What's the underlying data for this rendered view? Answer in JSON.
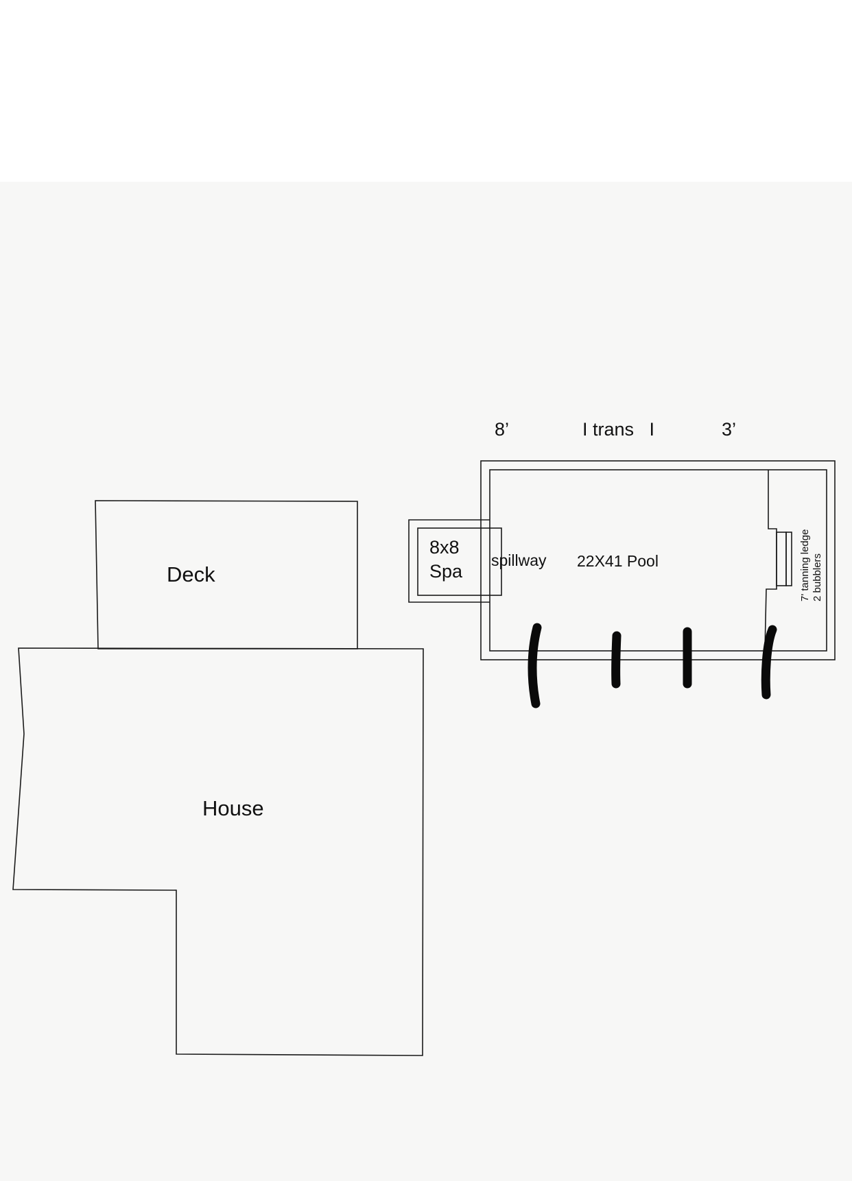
{
  "labels": {
    "dim_left": "8’",
    "dim_mid": "I trans   I",
    "dim_right": "3’",
    "deck": "Deck",
    "house": "House",
    "spa_line1": "8x8",
    "spa_line2": "Spa",
    "spillway": "spillway",
    "pool": "22X41 Pool",
    "ledge_line1": "7' tanning ledge",
    "ledge_line2": "2 bubblers"
  }
}
